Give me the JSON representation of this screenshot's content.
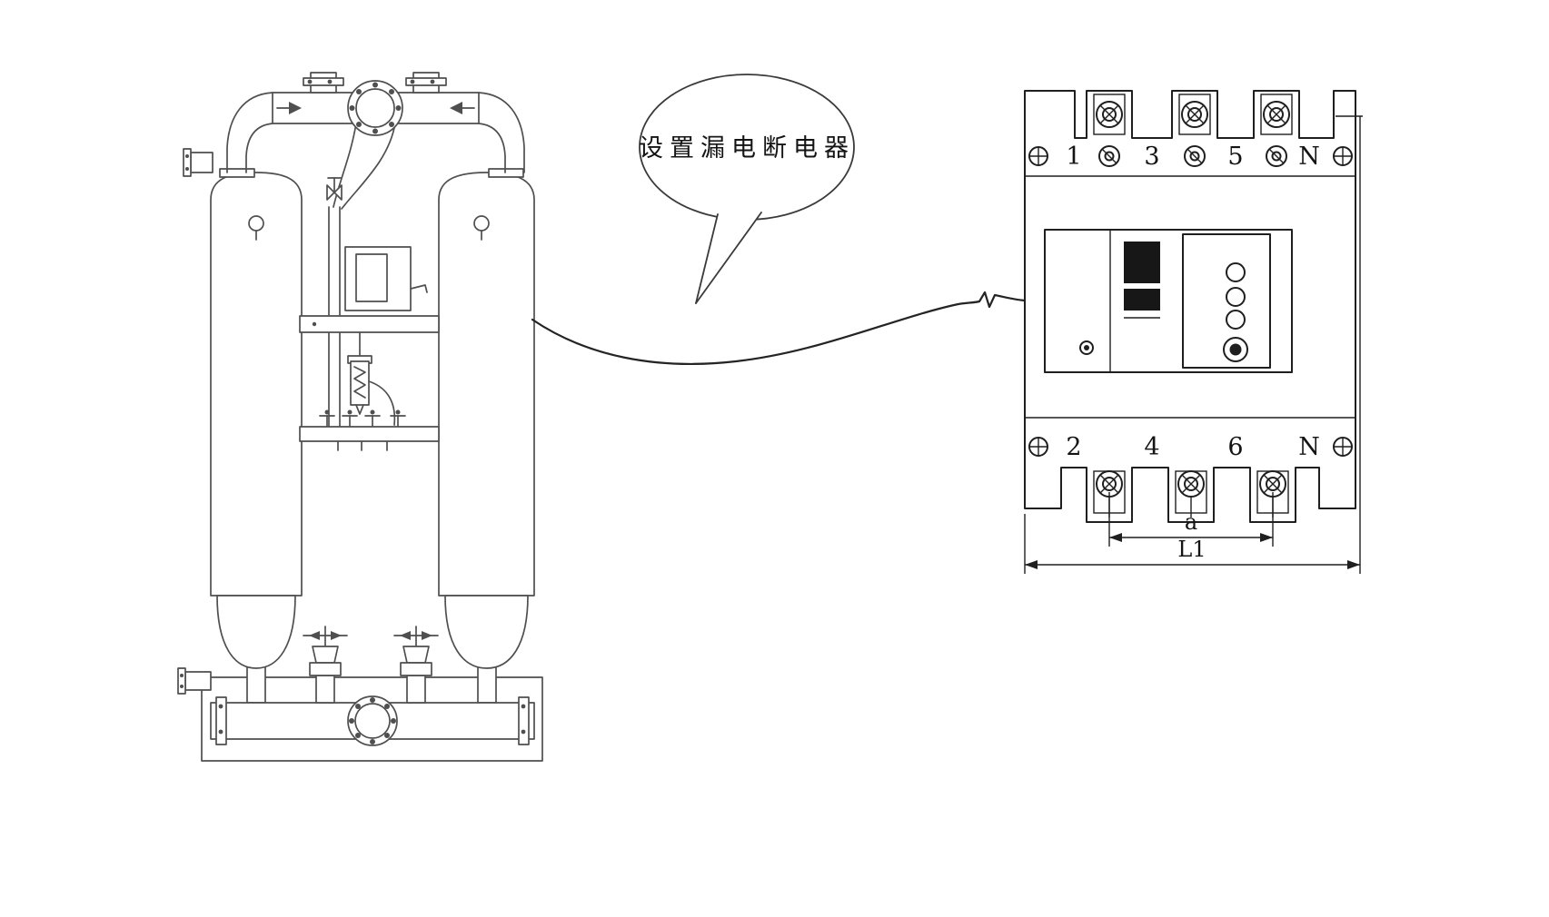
{
  "callout": {
    "text": "设置漏电断电器"
  },
  "breaker": {
    "top_terminal_labels": [
      "1",
      "3",
      "5",
      "N"
    ],
    "bottom_terminal_labels": [
      "2",
      "4",
      "6",
      "N"
    ],
    "dimension_labels": {
      "pole_spacing": "a",
      "overall_width": "L1"
    }
  },
  "colors": {
    "background": "#ffffff",
    "dryer_line": "#4f4f4f",
    "breaker_line": "#1f1f1f",
    "rocker_fill": "#171717"
  }
}
